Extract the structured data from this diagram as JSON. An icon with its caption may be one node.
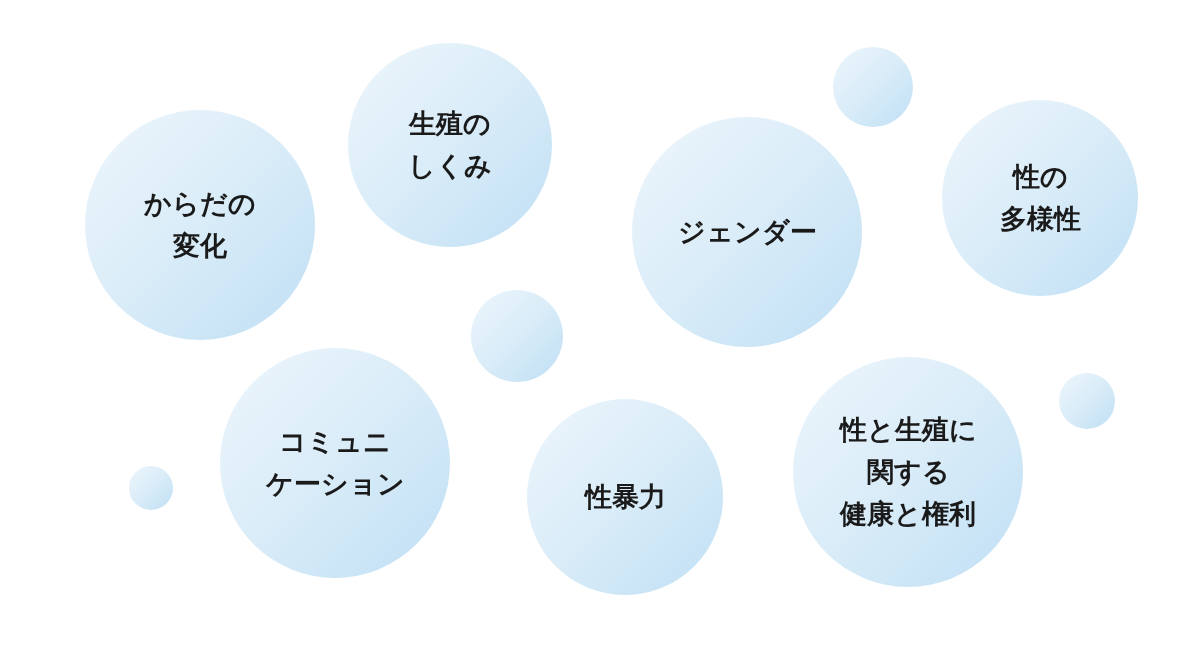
{
  "diagram": {
    "nodes": [
      {
        "text": [
          "からだの変化"
        ]
      },
      {
        "text": [
          "生殖のしくみ"
        ]
      },
      {
        "text": [
          "ジェンダー"
        ]
      },
      {
        "text": [
          "性の多様性"
        ]
      },
      {
        "text": [
          "コミュニケーション"
        ]
      },
      {
        "text": [
          "性暴力"
        ]
      },
      {
        "text": [
          "性と生殖に関する健康と権利"
        ]
      },
      {
        "text": [],
        "shape": "circle"
      },
      {
        "text": [],
        "shape": "circle"
      },
      {
        "text": [],
        "shape": "circle"
      },
      {
        "text": [],
        "shape": "circle"
      }
    ]
  }
}
